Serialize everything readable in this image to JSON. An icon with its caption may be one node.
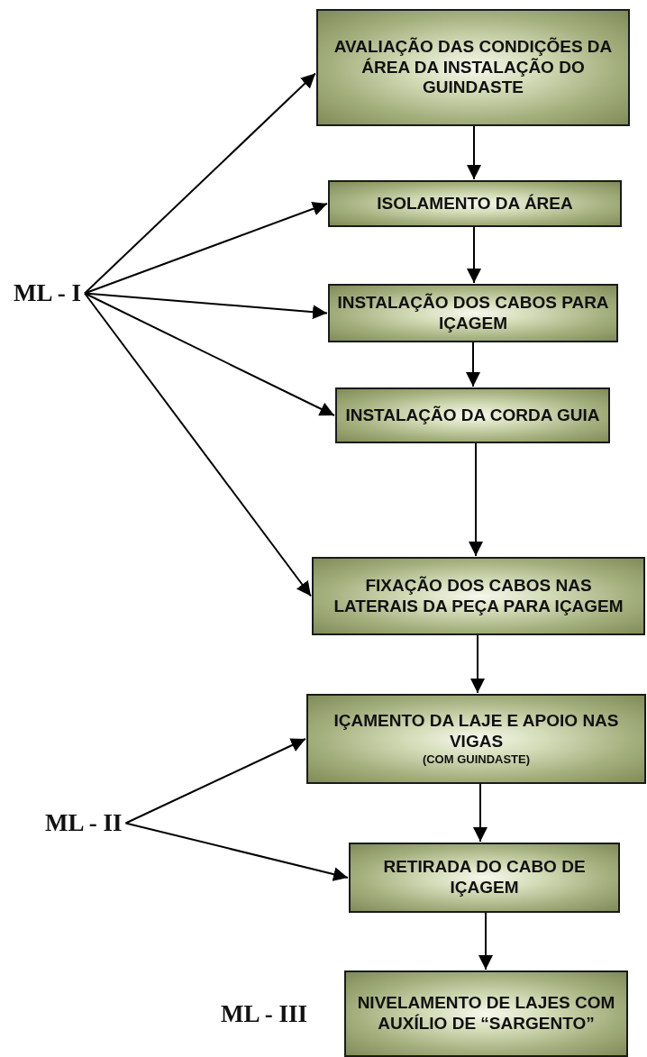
{
  "diagram": {
    "nodes": [
      {
        "text": [
          "AVALIAÇÃO DAS CONDIÇÕES DA ÁREA DA INSTALAÇÃO DO GUINDASTE"
        ]
      },
      {
        "text": [
          "ISOLAMENTO DA ÁREA"
        ]
      },
      {
        "text": [
          "INSTALAÇÃO DOS CABOS PARA IÇAGEM"
        ]
      },
      {
        "text": [
          "INSTALAÇÃO DA CORDA GUIA"
        ]
      },
      {
        "text": [
          "FIXAÇÃO DOS CABOS NAS LATERAIS DA PEÇA PARA IÇAGEM"
        ]
      },
      {
        "text": [
          "IÇAMENTO DA LAJE E APOIO NAS VIGAS",
          "(COM GUINDASTE)"
        ]
      },
      {
        "text": [
          "RETIRADA DO CABO DE IÇAGEM"
        ]
      },
      {
        "text": [
          "NIVELAMENTO DE LAJES COM AUXÍLIO DE “SARGENTO”"
        ]
      },
      {
        "text": [
          "ML - I"
        ]
      },
      {
        "text": [
          "ML - II"
        ]
      }
    ],
    "edges": [
      {
        "from": 0,
        "to": 1,
        "arrow": "to"
      },
      {
        "from": 1,
        "to": 2,
        "arrow": "to"
      },
      {
        "from": 2,
        "to": 3,
        "arrow": "to"
      },
      {
        "from": 3,
        "to": 4,
        "arrow": "to"
      },
      {
        "from": 4,
        "to": 5,
        "arrow": "to"
      },
      {
        "from": 5,
        "to": 6,
        "arrow": "to"
      },
      {
        "from": 6,
        "to": 7,
        "arrow": "to"
      },
      {
        "from": 8,
        "to": 0,
        "arrow": "to"
      },
      {
        "from": 8,
        "to": 1,
        "arrow": "to"
      },
      {
        "from": 8,
        "to": 2,
        "arrow": "to"
      },
      {
        "from": 8,
        "to": 3,
        "arrow": "to"
      },
      {
        "from": 8,
        "to": 4,
        "arrow": "to"
      },
      {
        "from": 9,
        "to": 5,
        "arrow": "to"
      },
      {
        "from": 9,
        "to": 6,
        "arrow": "to"
      }
    ],
    "labels": [
      "ML - III"
    ]
  }
}
